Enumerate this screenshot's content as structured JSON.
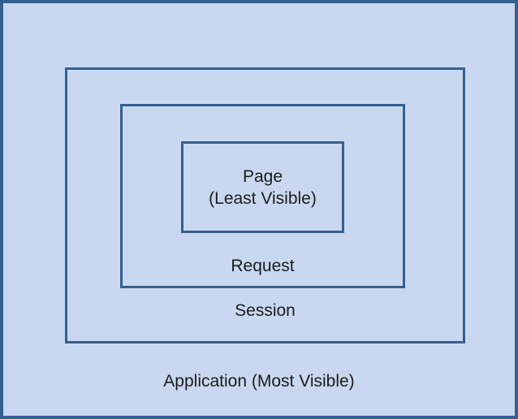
{
  "diagram": {
    "description": "Nested scope visibility diagram",
    "levels": [
      {
        "id": "application",
        "label": "Application (Most Visible)"
      },
      {
        "id": "session",
        "label": "Session"
      },
      {
        "id": "request",
        "label": "Request"
      },
      {
        "id": "page",
        "label": "Page",
        "sublabel": "(Least Visible)"
      }
    ],
    "colors": {
      "fill": "#C9D8F0",
      "border": "#365F91",
      "text": "#1C1C1C"
    }
  }
}
